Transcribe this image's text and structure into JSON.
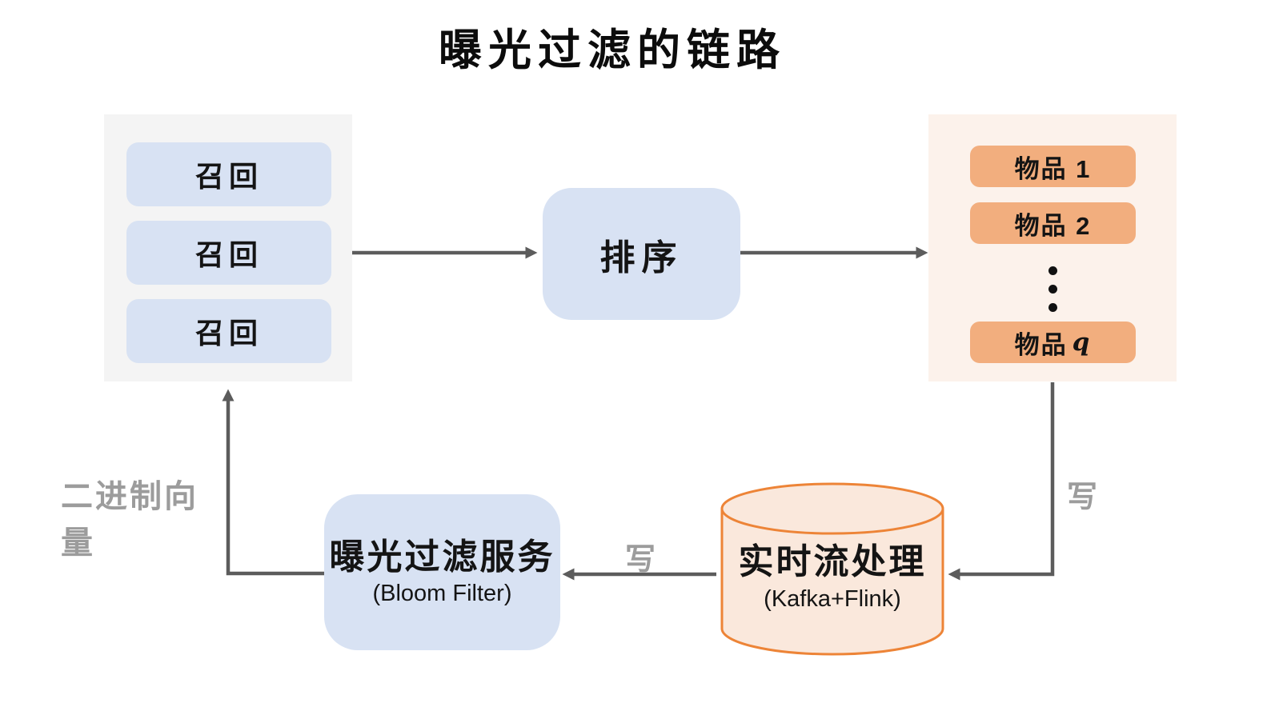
{
  "title": "曝光过滤的链路",
  "nodes": {
    "recall_panel": {
      "boxes": [
        "召回",
        "召回",
        "召回"
      ]
    },
    "ranking": {
      "label": "排序"
    },
    "items_panel": {
      "items": [
        "物品 1",
        "物品 2"
      ],
      "last_item": {
        "prefix": "物品",
        "variable": "q"
      }
    },
    "filter_service": {
      "label": "曝光过滤服务",
      "sublabel": "(Bloom Filter)"
    },
    "stream_processor": {
      "label": "实时流处理",
      "sublabel": "(Kafka+Flink)"
    }
  },
  "edges": {
    "items_to_stream": {
      "label": "写"
    },
    "stream_to_filter": {
      "label": "写"
    },
    "filter_to_recall": {
      "label": "二进制向量"
    }
  },
  "colors": {
    "blue_node": "#d8e2f3",
    "gray_panel": "#f4f4f4",
    "peach_panel": "#fcf2eb",
    "orange_node": "#f2ae7e",
    "cylinder_fill": "#fae8dc",
    "cylinder_stroke": "#ed8437",
    "arrow": "#5c5c5c",
    "edge_label": "#9c9c9c",
    "text": "#141414"
  }
}
